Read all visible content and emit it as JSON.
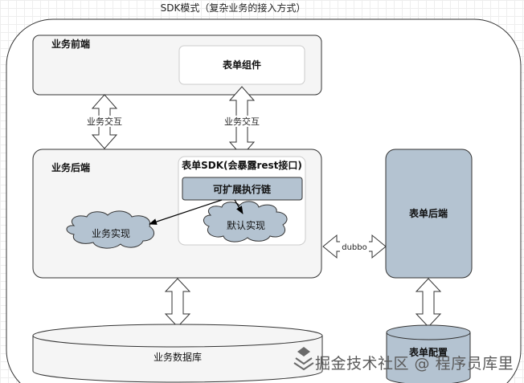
{
  "title": "SDK模式（复杂业务的接入方式）",
  "business_frontend": {
    "label": "业务前端",
    "form_component": "表单组件"
  },
  "business_interaction_left": "业务交互",
  "business_interaction_right": "业务交互",
  "business_backend": {
    "label": "业务后端",
    "business_impl": "业务实现",
    "form_sdk": {
      "label": "表单SDK(会暴露rest接口)",
      "extensible_chain": "可扩展执行链",
      "default_impl": "默认实现"
    }
  },
  "dubbo_label": "dubbo",
  "form_backend": "表单后端",
  "form_config": "表单配置",
  "business_database": "业务数据库",
  "watermark": "掘金技术社区 @ 程序员库里",
  "colors": {
    "outline": "#333333",
    "panel_fill": "#f5f5f5",
    "blue_gray": "#b4c3d1",
    "white": "#ffffff"
  }
}
